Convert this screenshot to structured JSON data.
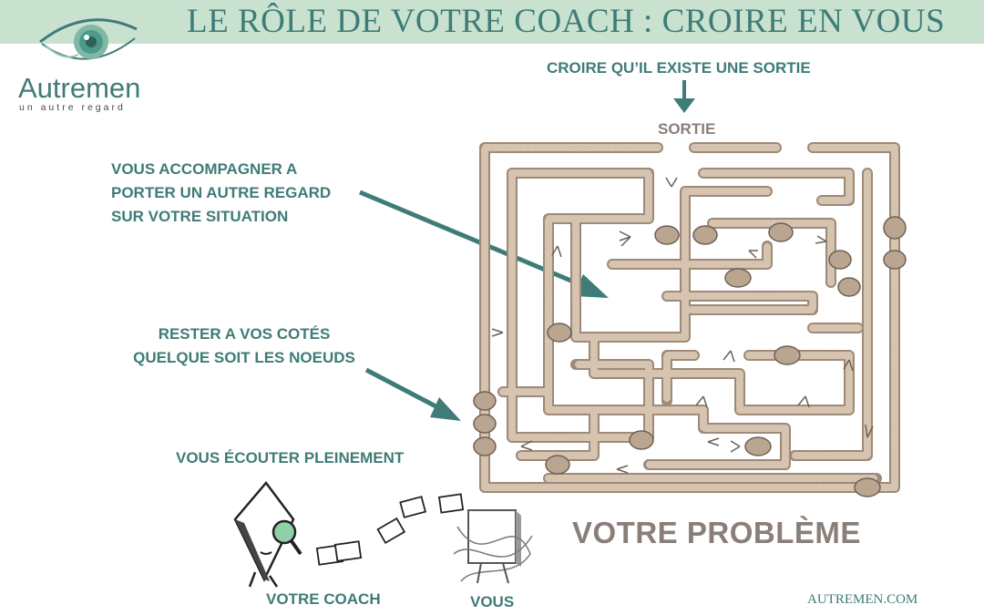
{
  "header": {
    "title": "LE RÔLE DE VOTRE COACH :  CROIRE EN VOUS",
    "band_color": "#c9e2cf",
    "accent_color": "#3f7b77"
  },
  "logo": {
    "icon": "eye-logo-icon",
    "name": "Autremen",
    "tagline": "un autre regard"
  },
  "labels": {
    "believe_exit": "CROIRE QU’IL EXISTE UNE SORTIE",
    "exit": "SORTIE",
    "new_perspective": [
      "VOUS ACCOMPAGNER A",
      "PORTER UN AUTRE REGARD",
      "SUR VOTRE SITUATION"
    ],
    "knots": [
      "RESTER A VOS COTÉS",
      "QUELQUE SOIT LES NOEUDS"
    ],
    "listen": "VOUS ÉCOUTER PLEINEMENT",
    "problem": "VOTRE PROBLÈME",
    "coach": "VOTRE COACH",
    "you": "VOUS"
  },
  "footer": {
    "website": "AUTREMEN.COM"
  },
  "illustrations": {
    "maze": "rope-maze-illustration",
    "coach": "coach-with-magnifier-icon",
    "person": "tangled-person-icon",
    "notes": "paper-notes-icon",
    "rope_color": "#cdb9a5",
    "knot_color": "#b9a590"
  }
}
